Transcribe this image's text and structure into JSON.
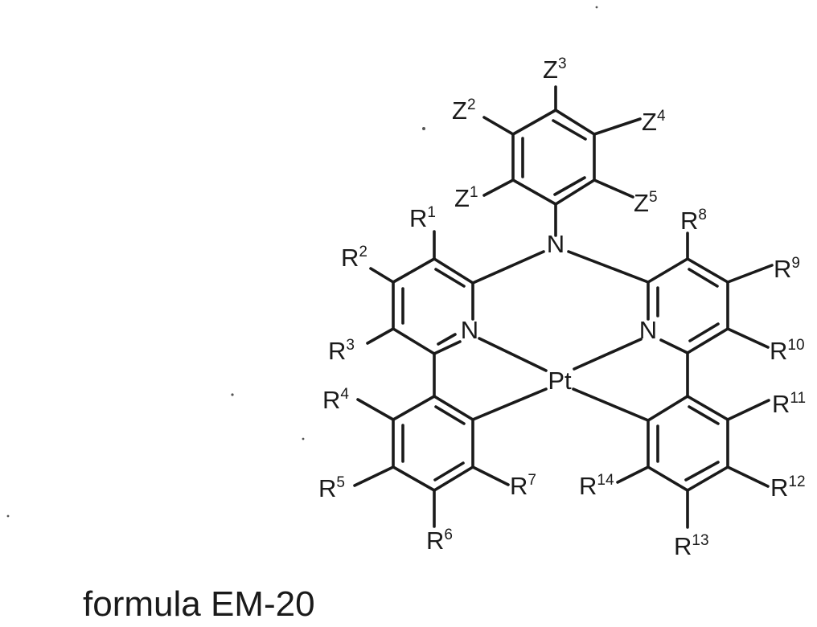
{
  "caption": "formula EM-20",
  "atoms": {
    "n_bridge": "N",
    "n_left": "N",
    "n_right": "N",
    "metal": "Pt"
  },
  "substituents": [
    {
      "id": "Z1",
      "sym": "Z",
      "num": "1"
    },
    {
      "id": "Z2",
      "sym": "Z",
      "num": "2"
    },
    {
      "id": "Z3",
      "sym": "Z",
      "num": "3"
    },
    {
      "id": "Z4",
      "sym": "Z",
      "num": "4"
    },
    {
      "id": "Z5",
      "sym": "Z",
      "num": "5"
    },
    {
      "id": "R1",
      "sym": "R",
      "num": "1"
    },
    {
      "id": "R2",
      "sym": "R",
      "num": "2"
    },
    {
      "id": "R3",
      "sym": "R",
      "num": "3"
    },
    {
      "id": "R4",
      "sym": "R",
      "num": "4"
    },
    {
      "id": "R5",
      "sym": "R",
      "num": "5"
    },
    {
      "id": "R6",
      "sym": "R",
      "num": "6"
    },
    {
      "id": "R7",
      "sym": "R",
      "num": "7"
    },
    {
      "id": "R8",
      "sym": "R",
      "num": "8"
    },
    {
      "id": "R9",
      "sym": "R",
      "num": "9"
    },
    {
      "id": "R10",
      "sym": "R",
      "num": "10"
    },
    {
      "id": "R11",
      "sym": "R",
      "num": "11"
    },
    {
      "id": "R12",
      "sym": "R",
      "num": "12"
    },
    {
      "id": "R13",
      "sym": "R",
      "num": "13"
    },
    {
      "id": "R14",
      "sym": "R",
      "num": "14"
    }
  ]
}
